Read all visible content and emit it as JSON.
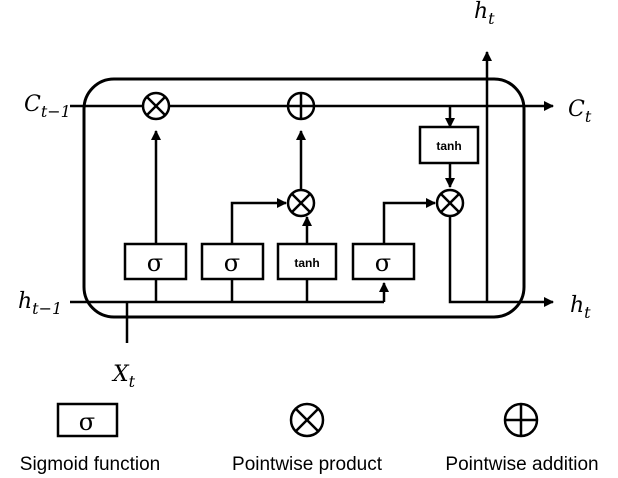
{
  "diagram": {
    "inputs": {
      "c_prev": {
        "main": "C",
        "sub": "t−1"
      },
      "h_prev": {
        "main": "h",
        "sub": "t−1"
      },
      "x_t": {
        "main": "X",
        "sub": "t"
      }
    },
    "outputs": {
      "c_t": {
        "main": "C",
        "sub": "t"
      },
      "h_t_right": {
        "main": "h",
        "sub": "t"
      },
      "h_t_top": {
        "main": "h",
        "sub": "t"
      }
    },
    "gates": {
      "forget": "σ",
      "input": "σ",
      "candidate": "tanh",
      "output": "σ",
      "cell_tanh": "tanh"
    }
  },
  "legend": {
    "sigmoid": {
      "symbol": "σ",
      "label": "Sigmoid function"
    },
    "product": {
      "label": "Pointwise product"
    },
    "addition": {
      "label": "Pointwise addition"
    }
  }
}
